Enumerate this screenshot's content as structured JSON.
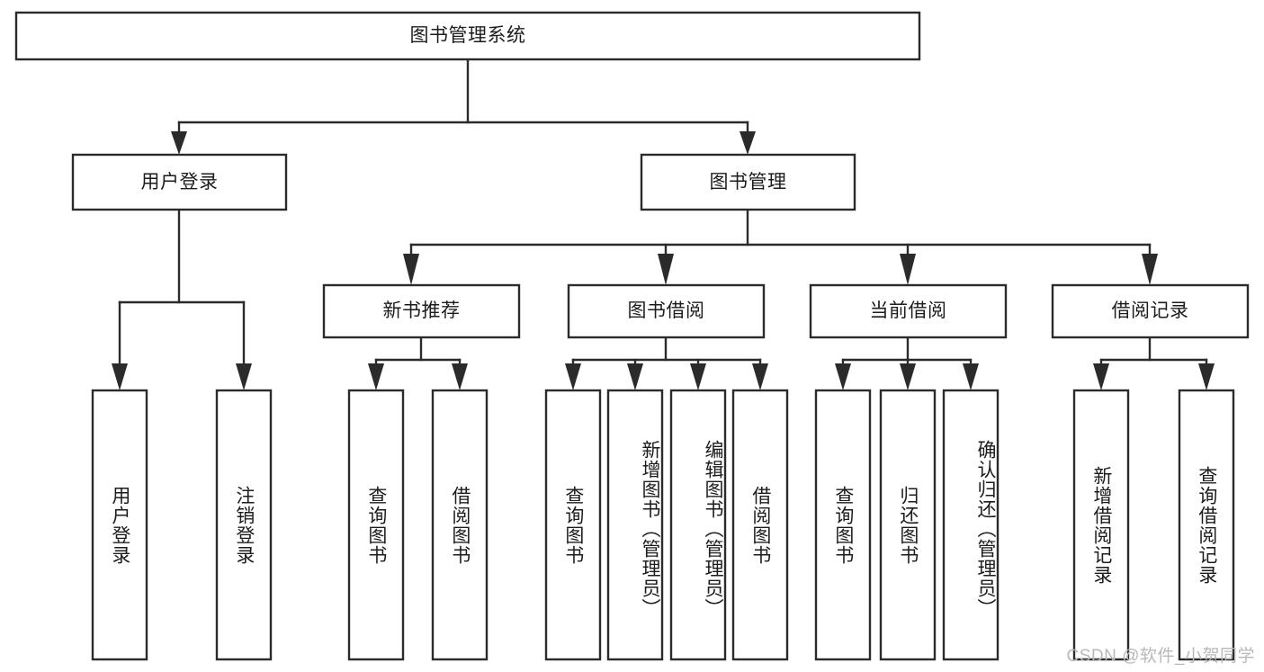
{
  "diagram": {
    "type": "tree-hierarchy-chart",
    "title": "图书管理系统",
    "watermark": "CSDN @软件_小贺同学",
    "colors": {
      "stroke": "#2b2b2b",
      "fill": "#ffffff",
      "text": "#1c1c1c",
      "watermark": "#b9b9b9"
    },
    "levels": [
      {
        "level": 1,
        "nodes": [
          {
            "id": "root",
            "label": "图书管理系统",
            "orientation": "horizontal"
          }
        ]
      },
      {
        "level": 2,
        "nodes": [
          {
            "id": "user-login",
            "label": "用户登录",
            "orientation": "horizontal",
            "parent": "root"
          },
          {
            "id": "book-manage",
            "label": "图书管理",
            "orientation": "horizontal",
            "parent": "root"
          }
        ]
      },
      {
        "level": 3,
        "nodes": [
          {
            "id": "new-book-recommend",
            "label": "新书推荐",
            "orientation": "horizontal",
            "parent": "book-manage"
          },
          {
            "id": "book-borrow",
            "label": "图书借阅",
            "orientation": "horizontal",
            "parent": "book-manage"
          },
          {
            "id": "current-borrow",
            "label": "当前借阅",
            "orientation": "horizontal",
            "parent": "book-manage"
          },
          {
            "id": "borrow-record",
            "label": "借阅记录",
            "orientation": "horizontal",
            "parent": "book-manage"
          }
        ]
      },
      {
        "level": 4,
        "nodes": [
          {
            "id": "leaf-user-login",
            "label": "用户登录",
            "orientation": "vertical",
            "parent": "user-login"
          },
          {
            "id": "leaf-logout-login",
            "label": "注销登录",
            "orientation": "vertical",
            "parent": "user-login"
          },
          {
            "id": "leaf-query-book-1",
            "label": "查询图书",
            "orientation": "vertical",
            "parent": "new-book-recommend"
          },
          {
            "id": "leaf-borrow-book-1",
            "label": "借阅图书",
            "orientation": "vertical",
            "parent": "new-book-recommend"
          },
          {
            "id": "leaf-query-book-2",
            "label": "查询图书",
            "orientation": "vertical",
            "parent": "book-borrow"
          },
          {
            "id": "leaf-add-book",
            "label": "新增图书（管理员）",
            "orientation": "vertical",
            "parent": "book-borrow"
          },
          {
            "id": "leaf-edit-book",
            "label": "编辑图书（管理员）",
            "orientation": "vertical",
            "parent": "book-borrow"
          },
          {
            "id": "leaf-borrow-book-2",
            "label": "借阅图书",
            "orientation": "vertical",
            "parent": "book-borrow"
          },
          {
            "id": "leaf-query-book-3",
            "label": "查询图书",
            "orientation": "vertical",
            "parent": "current-borrow"
          },
          {
            "id": "leaf-return-book",
            "label": "归还图书",
            "orientation": "vertical",
            "parent": "current-borrow"
          },
          {
            "id": "leaf-confirm-return",
            "label": "确认归还（管理员）",
            "orientation": "vertical",
            "parent": "current-borrow"
          },
          {
            "id": "leaf-add-record",
            "label": "新增借阅记录",
            "orientation": "vertical",
            "parent": "borrow-record"
          },
          {
            "id": "leaf-query-record",
            "label": "查询借阅记录",
            "orientation": "vertical",
            "parent": "borrow-record"
          }
        ]
      }
    ]
  }
}
